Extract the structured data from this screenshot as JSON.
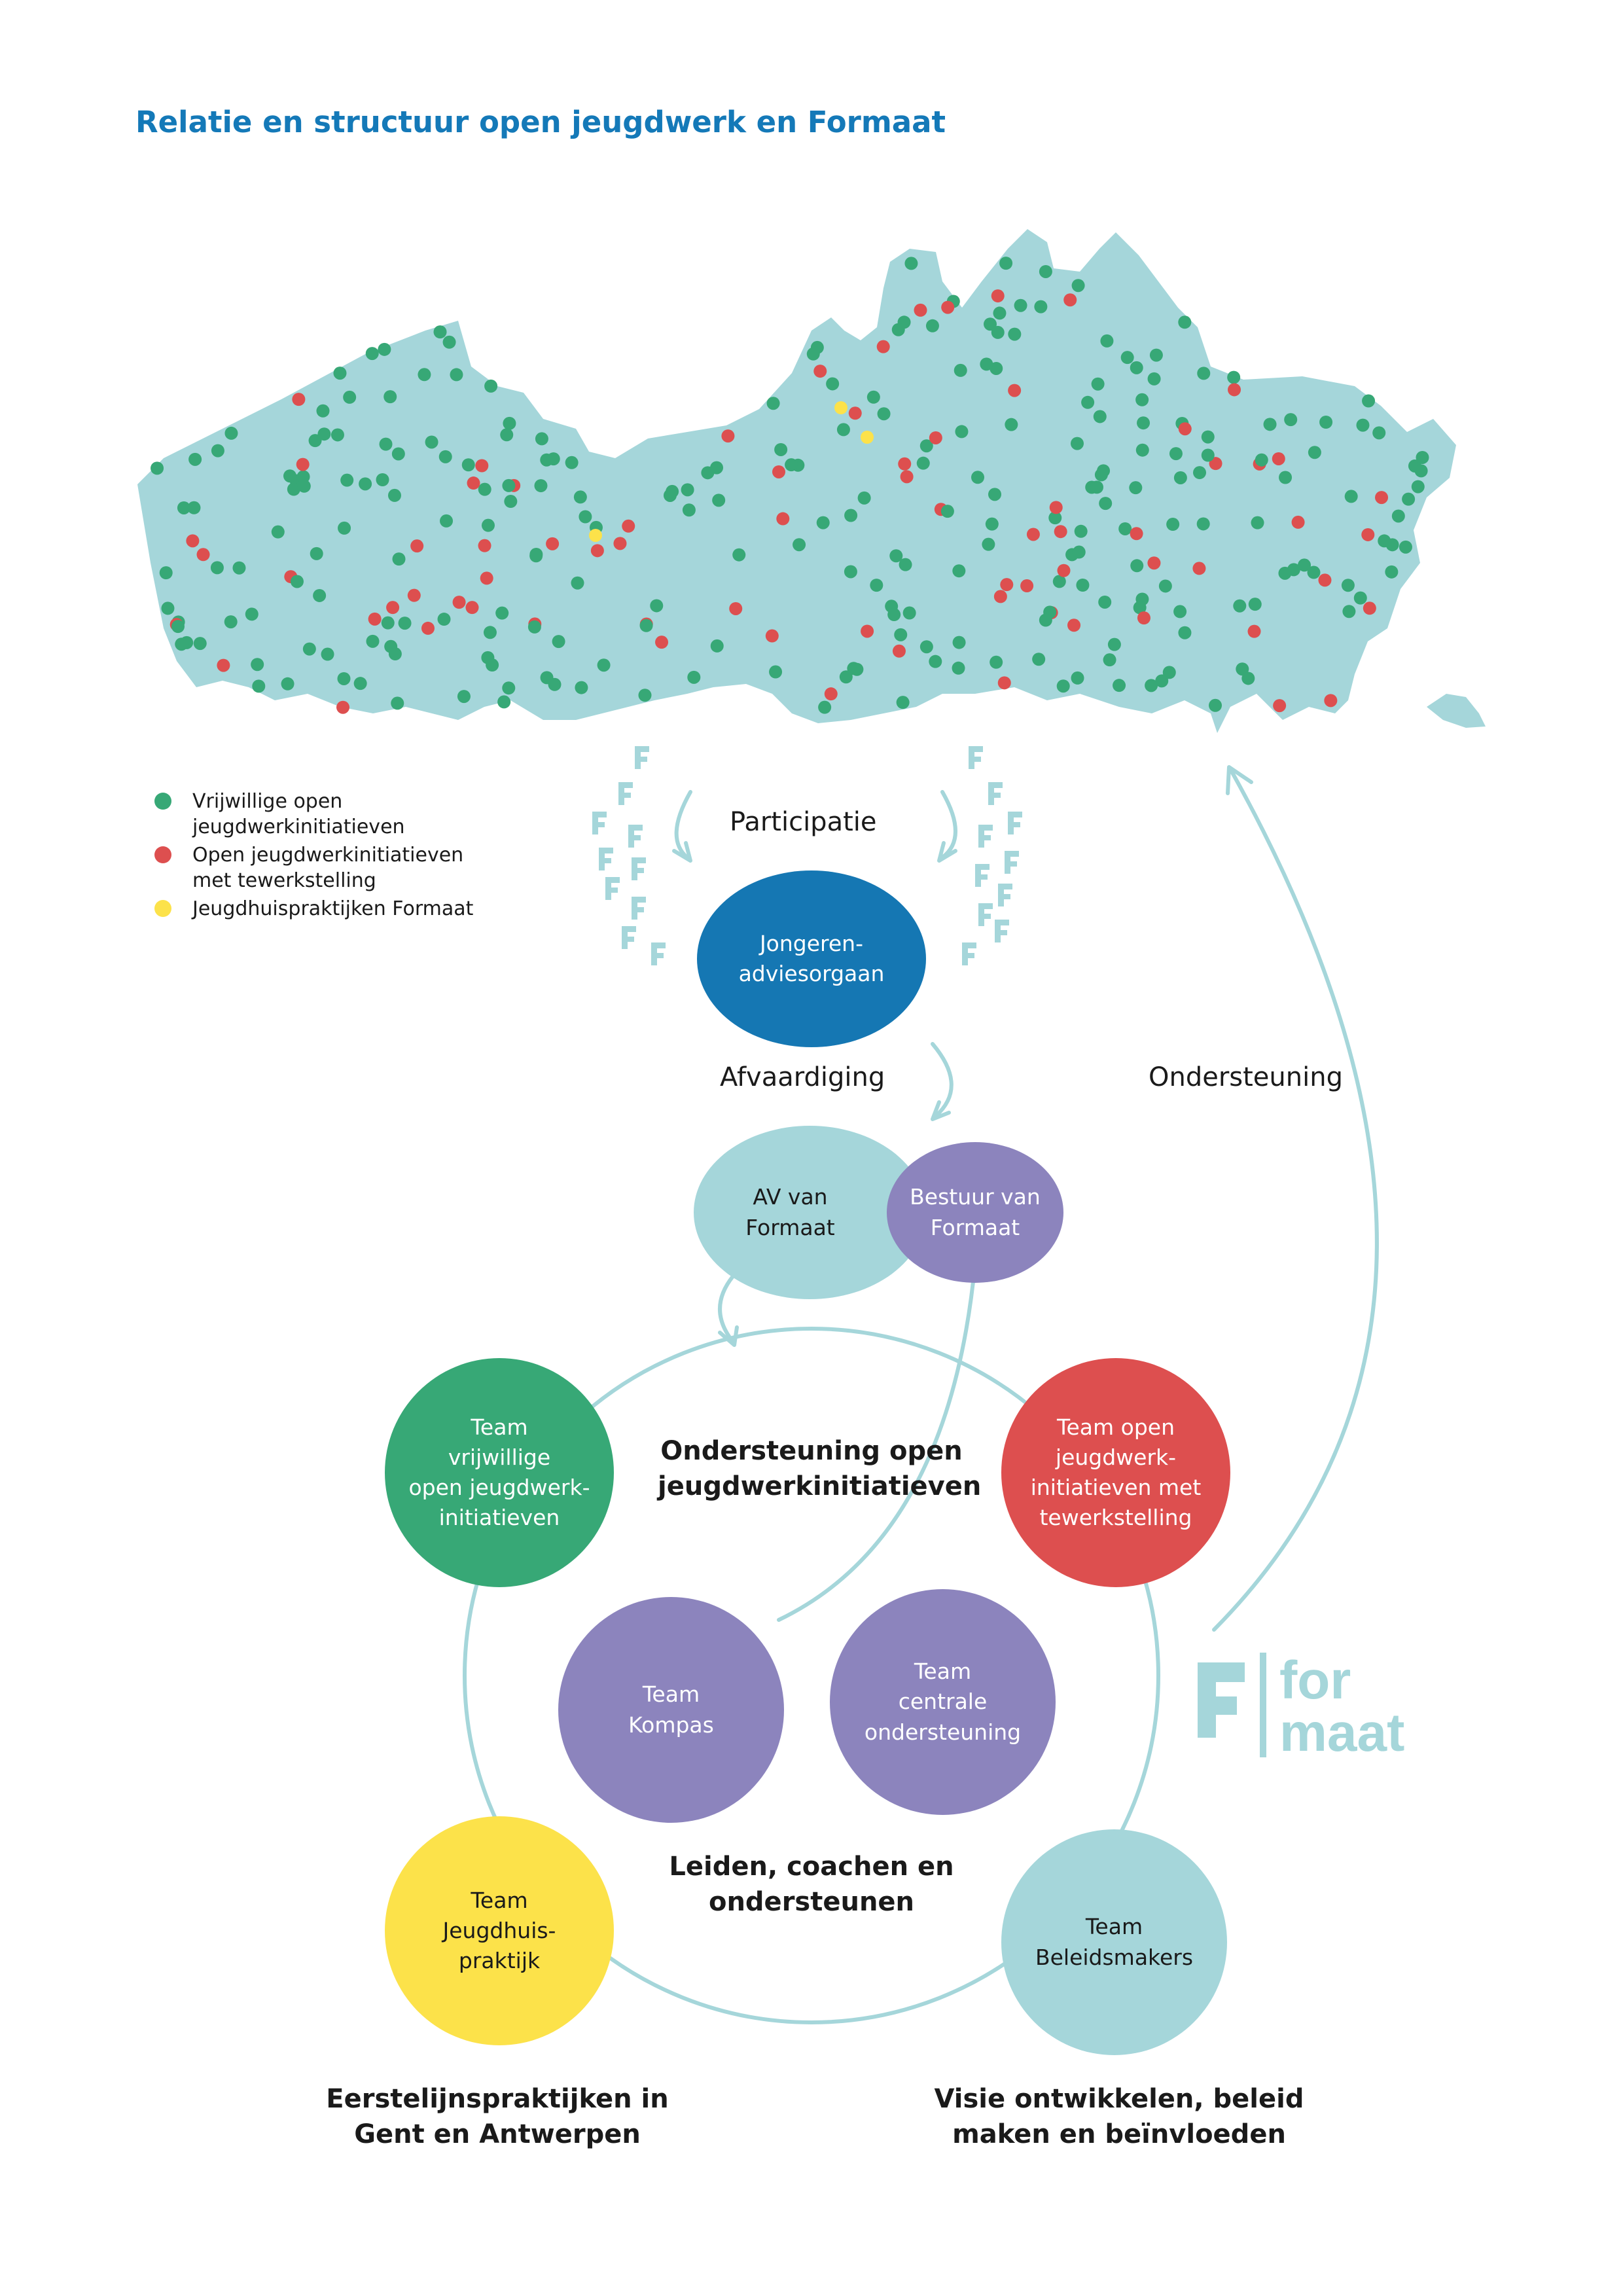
{
  "title": "Relatie en structuur open jeugdwerk en Formaat",
  "colors": {
    "map": "#a5d6da",
    "green": "#37a876",
    "red": "#dd4f4f",
    "yellow": "#fce24a",
    "darkblue": "#1577b3",
    "purple": "#8c84bd",
    "teal": "#a5d6da",
    "arrow": "#a5d6da"
  },
  "legend": [
    {
      "label": "Vrijwillige open\njeugdwerkinitiatieven",
      "color": "#37a876"
    },
    {
      "label": "Open jeugdwerkinitiatieven\nmet tewerkstelling",
      "color": "#dd4f4f"
    },
    {
      "label": "Jeugdhuispraktijken Formaat",
      "color": "#fce24a"
    }
  ],
  "flow_labels": {
    "participatie": "Participatie",
    "afvaardiging": "Afvaardiging",
    "ondersteuning": "Ondersteuning"
  },
  "nodes": {
    "jongeren": "Jongeren-\nadviesorgaan",
    "av": "AV van\nFormaat",
    "bestuur": "Bestuur van\nFormaat",
    "team_vrijwillig": "Team\nvrijwillige\nopen jeugdwerk-\ninitiatieven",
    "team_tewerkstelling": "Team open\njeugdwerk-\ninitiatieven met\ntewerkstelling",
    "team_kompas": "Team\nKompas",
    "team_centraal": "Team\ncentrale\nondersteuning",
    "team_jeugdhuis": "Team\nJeugdhuis-\npraktijk",
    "team_beleid": "Team\nBeleidsmakers"
  },
  "center_labels": {
    "ondersteuning_open": "Ondersteuning open\njeugdwerkinitiatieven",
    "leiden": "Leiden, coachen en\nondersteunen"
  },
  "bottom_labels": {
    "eerstelijn": "Eerstelijnspraktijken in\nGent en Antwerpen",
    "visie": "Visie ontwikkelen, beleid\nmaken en beïnvloeden"
  },
  "logo": {
    "line1": "for",
    "line2": "maat"
  }
}
